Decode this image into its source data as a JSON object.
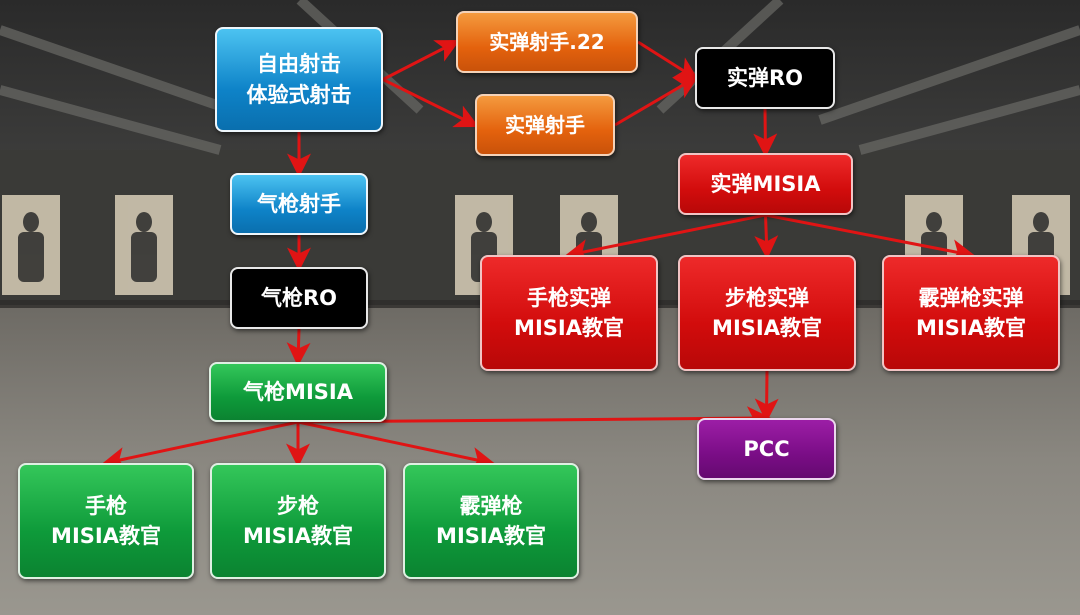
{
  "colors": {
    "entry": "#0e83c8",
    "live_shooter": "#e4620d",
    "ro": "#000000",
    "live_misia": "#d20c0c",
    "air_misia": "#0e9a3a",
    "pcc": "#7a0d86",
    "arrow": "#e01414"
  },
  "nodes": {
    "free_shooting": {
      "lines": [
        "自由射击",
        "体验式射击"
      ]
    },
    "air_shooter": {
      "lines": [
        "气枪射手"
      ]
    },
    "air_ro": {
      "lines": [
        "气枪RO"
      ]
    },
    "air_misia": {
      "lines": [
        "气枪MISIA"
      ]
    },
    "air_pistol_instructor": {
      "lines": [
        "手枪",
        "MISIA教官"
      ]
    },
    "air_rifle_instructor": {
      "lines": [
        "步枪",
        "MISIA教官"
      ]
    },
    "air_shotgun_instructor": {
      "lines": [
        "霰弹枪",
        "MISIA教官"
      ]
    },
    "live_shooter_22": {
      "lines": [
        "实弹射手.22"
      ]
    },
    "live_shooter": {
      "lines": [
        "实弹射手"
      ]
    },
    "live_ro": {
      "lines": [
        "实弹RO"
      ]
    },
    "live_misia": {
      "lines": [
        "实弹MISIA"
      ]
    },
    "live_pistol_instructor": {
      "lines": [
        "手枪实弹",
        "MISIA教官"
      ]
    },
    "live_rifle_instructor": {
      "lines": [
        "步枪实弹",
        "MISIA教官"
      ]
    },
    "live_shotgun_instructor": {
      "lines": [
        "霰弹枪实弹",
        "MISIA教官"
      ]
    },
    "pcc": {
      "lines": [
        "PCC"
      ]
    }
  },
  "edges": [
    [
      "free_shooting",
      "air_shooter"
    ],
    [
      "free_shooting",
      "live_shooter_22"
    ],
    [
      "free_shooting",
      "live_shooter"
    ],
    [
      "air_shooter",
      "air_ro"
    ],
    [
      "air_ro",
      "air_misia"
    ],
    [
      "air_misia",
      "air_pistol_instructor"
    ],
    [
      "air_misia",
      "air_rifle_instructor"
    ],
    [
      "air_misia",
      "air_shotgun_instructor"
    ],
    [
      "air_misia",
      "pcc"
    ],
    [
      "live_shooter_22",
      "live_ro"
    ],
    [
      "live_shooter",
      "live_ro"
    ],
    [
      "live_ro",
      "live_misia"
    ],
    [
      "live_misia",
      "live_pistol_instructor"
    ],
    [
      "live_misia",
      "live_rifle_instructor"
    ],
    [
      "live_misia",
      "live_shotgun_instructor"
    ],
    [
      "live_rifle_instructor",
      "pcc"
    ]
  ]
}
